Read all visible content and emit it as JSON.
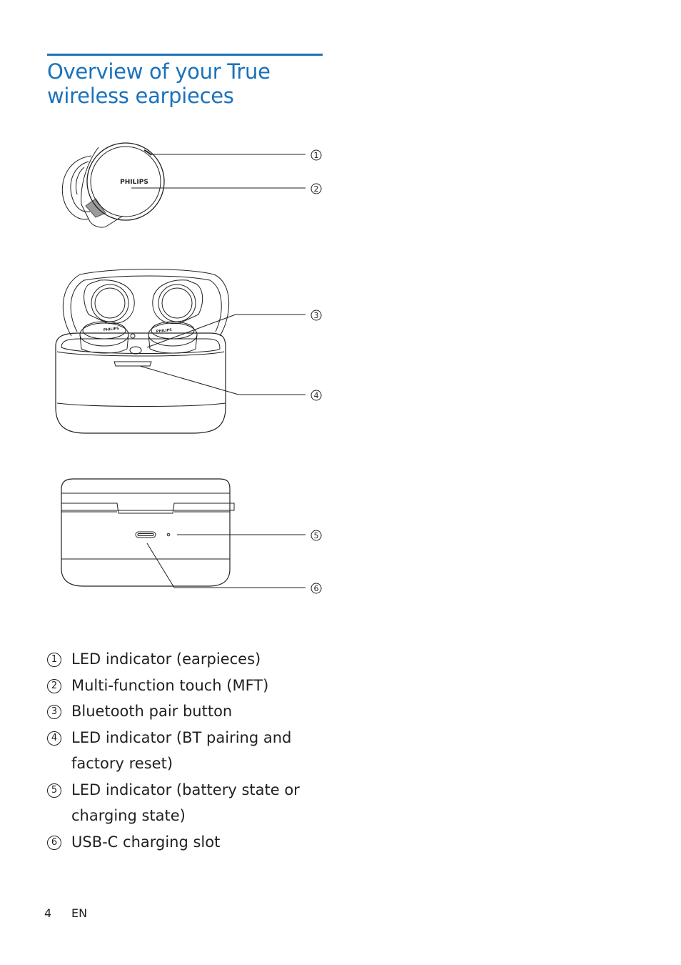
{
  "page": {
    "title": "Overview of your True wireless earpieces",
    "page_number": "4",
    "language": "EN"
  },
  "illustrations": {
    "earpiece_brand": "PHILIPS",
    "callouts": [
      "1",
      "2",
      "3",
      "4",
      "5",
      "6"
    ]
  },
  "legend": [
    {
      "num": "1",
      "text": "LED indicator (earpieces)"
    },
    {
      "num": "2",
      "text": "Multi-function touch (MFT)"
    },
    {
      "num": "3",
      "text": "Bluetooth pair button"
    },
    {
      "num": "4",
      "text": "LED indicator (BT pairing and factory reset)"
    },
    {
      "num": "5",
      "text": "LED indicator (battery state or charging state)"
    },
    {
      "num": "6",
      "text": "USB-C charging slot"
    }
  ],
  "colors": {
    "accent": "#1a72bb",
    "text": "#231f20"
  }
}
